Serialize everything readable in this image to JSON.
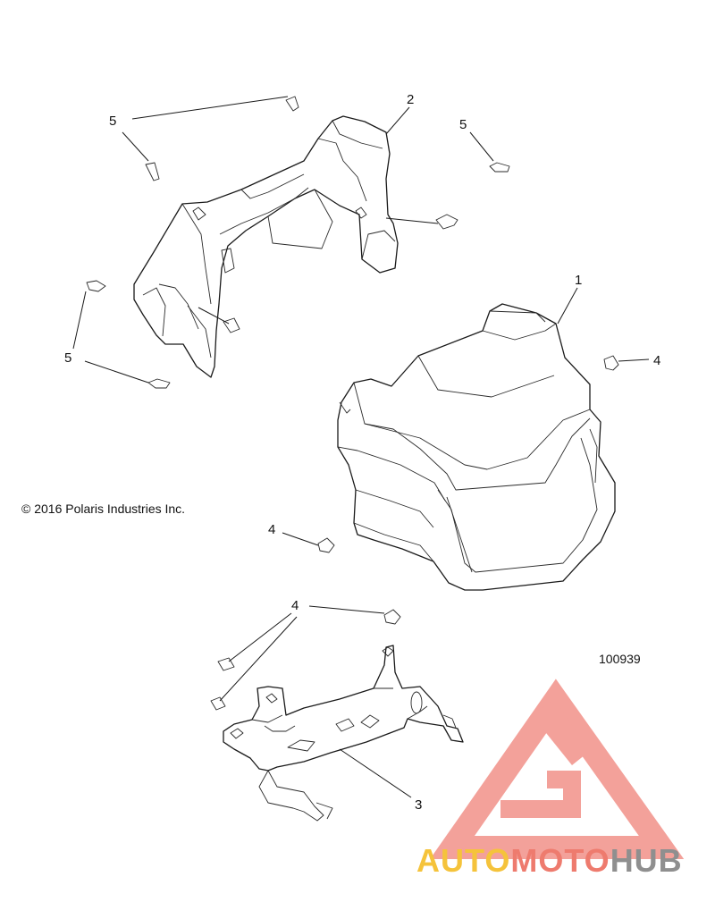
{
  "copyright": "© 2016 Polaris Industries Inc.",
  "diagram_id": "100939",
  "callouts": [
    "1",
    "2",
    "3",
    "4",
    "5"
  ],
  "watermark": {
    "part1": "AUTO",
    "part2": "MOTO",
    "part3": "HUB",
    "color1": "#f5c33b",
    "color2": "#ee7b6e",
    "color3": "#8f8f8f"
  }
}
